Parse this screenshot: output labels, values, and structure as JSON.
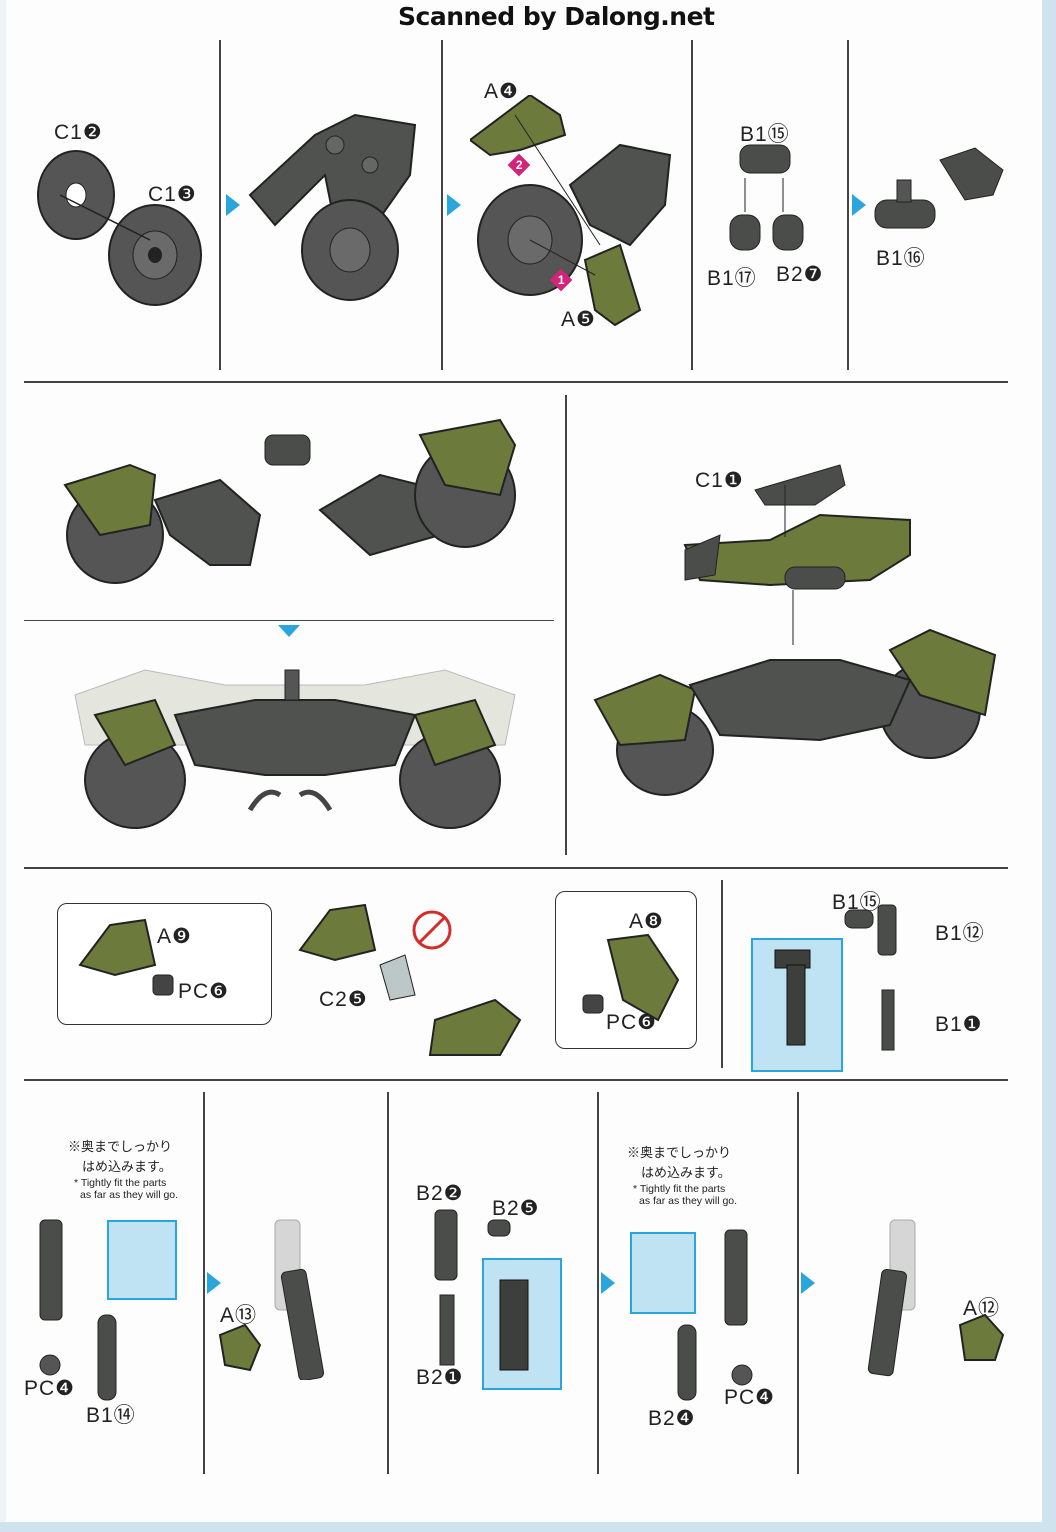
{
  "watermark": "Scanned by Dalong.net",
  "colors": {
    "accent_arrow": "#2aa6dc",
    "part_gray": "#4b4d4b",
    "part_olive": "#6c7b3b",
    "step_marker": "#d4237a",
    "highlight_box": "#bfe3f3"
  },
  "row1": {
    "labels": [
      "C1❷",
      "C1❸",
      "A❹",
      "A❺",
      "B1⑮",
      "B1⑰",
      "B2❼",
      "B1⑯"
    ],
    "steps": [
      "1",
      "2"
    ]
  },
  "row2": {
    "labels": [
      "C1❶"
    ]
  },
  "row3": {
    "labels": [
      "A❾",
      "PC❻",
      "C2❺",
      "A❽",
      "PC❻",
      "B1⑮",
      "B1⑫",
      "B1❶"
    ]
  },
  "row4": {
    "note_jp_line1": "※奥までしっかり",
    "note_jp_line2": "はめ込みます。",
    "note_en_line1": "* Tightly fit the parts",
    "note_en_line2": "as far as they will go.",
    "labels": [
      "PC❹",
      "B1⑭",
      "A⑬",
      "B2❷",
      "B2❺",
      "B2❶",
      "B2❹",
      "PC❹",
      "A⑫"
    ]
  }
}
